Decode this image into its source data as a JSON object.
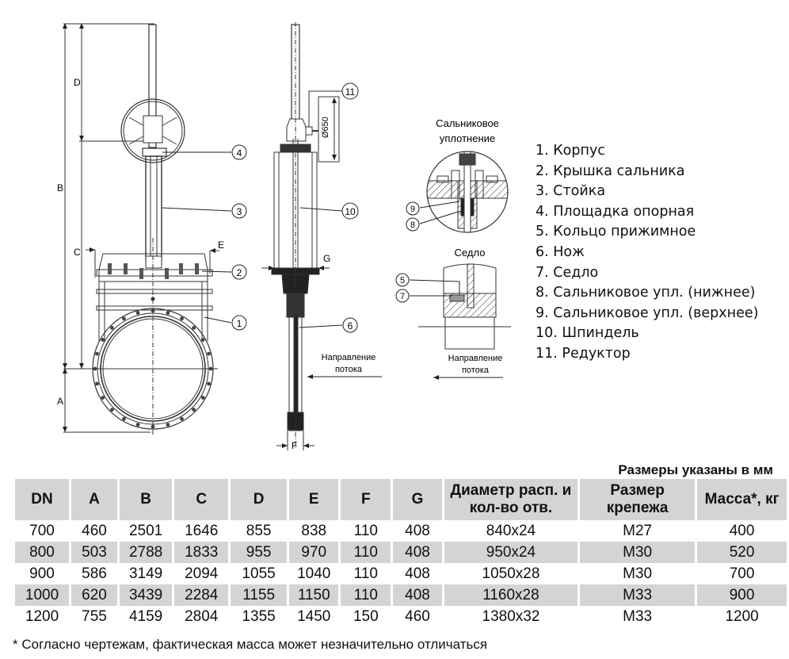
{
  "drawing": {
    "dim_labels": {
      "A": "A",
      "B": "B",
      "C": "C",
      "D": "D",
      "E": "E",
      "F": "F",
      "G": "G"
    },
    "handwheel_diameter": "Ø650",
    "callouts": [
      "1",
      "2",
      "3",
      "4",
      "5",
      "6",
      "7",
      "8",
      "9",
      "10",
      "11"
    ],
    "gland_detail_title_line1": "Сальниковое",
    "gland_detail_title_line2": "уплотнение",
    "seat_detail_title": "Седло",
    "flow_label_line1": "Направление",
    "flow_label_line2": "потока"
  },
  "legend": [
    "1. Корпус",
    "2. Крышка сальника",
    "3. Стойка",
    "4. Площадка опорная",
    "5. Кольцо прижимное",
    "6. Нож",
    "7. Седло",
    "8. Сальниковое упл. (нижнее)",
    "9. Сальниковое упл. (верхнее)",
    "10. Шпиндель",
    "11. Редуктор"
  ],
  "units_note": "Размеры указаны в мм",
  "table": {
    "headers": [
      "DN",
      "A",
      "B",
      "C",
      "D",
      "E",
      "F",
      "G",
      "Диаметр расп. и кол-во отв.",
      "Размер крепежа",
      "Масса*, кг"
    ],
    "rows": [
      [
        "700",
        "460",
        "2501",
        "1646",
        "855",
        "838",
        "110",
        "408",
        "840x24",
        "M27",
        "400"
      ],
      [
        "800",
        "503",
        "2788",
        "1833",
        "955",
        "970",
        "110",
        "408",
        "950x24",
        "M30",
        "520"
      ],
      [
        "900",
        "586",
        "3149",
        "2094",
        "1055",
        "1040",
        "110",
        "408",
        "1050x28",
        "M30",
        "700"
      ],
      [
        "1000",
        "620",
        "3439",
        "2284",
        "1155",
        "1150",
        "110",
        "408",
        "1160x28",
        "M33",
        "900"
      ],
      [
        "1200",
        "755",
        "4159",
        "2804",
        "1355",
        "1450",
        "150",
        "460",
        "1380x32",
        "M33",
        "1200"
      ]
    ]
  },
  "footnote": "* Согласно чертежам, фактическая масса может незначительно отличаться",
  "colors": {
    "table_shade": "#d3d5d5",
    "line": "#222222"
  }
}
